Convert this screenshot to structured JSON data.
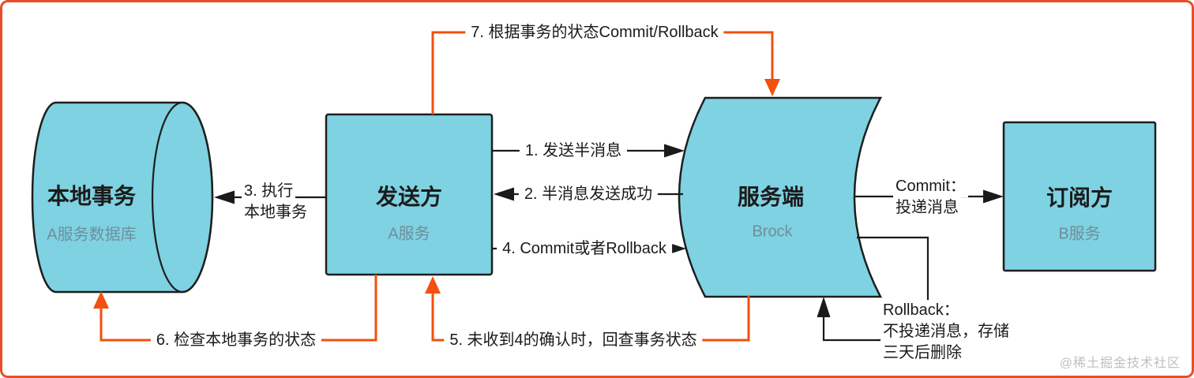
{
  "canvas": {
    "background": "#ffffff",
    "frame_color": "#E94E27",
    "shape_fill": "#7ED2E2",
    "shape_stroke": "#1E1E1E",
    "orange_line_color": "#F1500E",
    "black_line_color": "#1A1A1A",
    "subtitle_color": "#6E8F9C"
  },
  "nodes": {
    "local_tx": {
      "title": "本地事务",
      "subtitle": "A服务数据库",
      "shape": "horizontal-cylinder"
    },
    "sender": {
      "title": "发送方",
      "subtitle": "A服务",
      "shape": "rectangle"
    },
    "broker": {
      "title": "服务端",
      "subtitle": "Brock",
      "shape": "stored-data"
    },
    "subscriber": {
      "title": "订阅方",
      "subtitle": "B服务",
      "shape": "rectangle"
    }
  },
  "edges": {
    "e1": "1. 发送半消息",
    "e2": "2. 半消息发送成功",
    "e3_line1": "3. 执行",
    "e3_line2": "本地事务",
    "e4": "4. Commit或者Rollback",
    "e5": "5. 未收到4的确认时，回查事务状态",
    "e6": "6. 检查本地事务的状态",
    "e7": "7. 根据事务的状态Commit/Rollback",
    "commit_line1": "Commit：",
    "commit_line2": "投递消息",
    "rollback_line1": "Rollback：",
    "rollback_line2": "不投递消息，存储",
    "rollback_line3": "三天后删除"
  },
  "watermark": "@稀土掘金技术社区"
}
